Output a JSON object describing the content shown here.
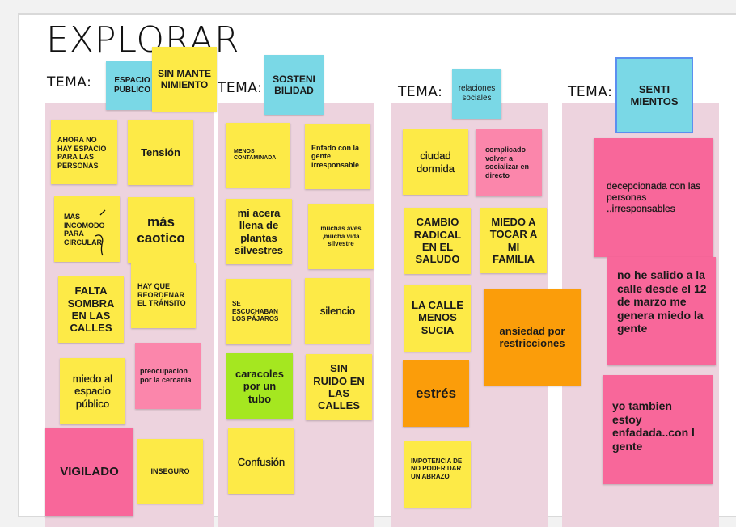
{
  "title": "EXPLORAR",
  "tema_label": "TEMA:",
  "columns": [
    {
      "tema": "ESPACIO PUBLICO",
      "tema_extra": "SIN MANTE NIMIENTO",
      "notes": [
        "AHORA NO HAY ESPACIO PARA LAS PERSONAS",
        "Tensión",
        "MAS INCOMODO PARA CIRCULAR",
        "más caotico",
        "FALTA SOMBRA EN LAS CALLES",
        "HAY QUE REORDENAR EL TRÁNSITO",
        "miedo al espacio público",
        "preocupacion por la cercania",
        "VIGILADO",
        "INSEGURO"
      ]
    },
    {
      "tema": "SOSTENI BILIDAD",
      "notes": [
        "MENOS CONTAMINADA",
        "Enfado con la gente irresponsable",
        "mi acera llena de plantas silvestres",
        "muchas aves ,mucha vida silvestre",
        "SE ESCUCHABAN LOS PÁJAROS",
        "silencio",
        "caracoles por un tubo",
        "SIN RUIDO EN LAS CALLES",
        "Confusión"
      ]
    },
    {
      "tema": "relaciones sociales",
      "notes": [
        "ciudad dormida",
        "complicado volver a socializar en directo",
        "CAMBIO RADICAL EN EL SALUDO",
        "MIEDO A TOCAR A MI FAMILIA",
        "LA CALLE MENOS SUCIA",
        "ansiedad por restricciones",
        "estrés",
        "IMPOTENCIA DE NO PODER DAR UN ABRAZO"
      ]
    },
    {
      "tema": "SENTI MIENTOS",
      "notes": [
        "decepcionada con las personas ..irresponsables",
        "no he salido a la calle desde el 12 de marzo me genera miedo la gente",
        "yo tambien estoy enfadada..con l gente"
      ]
    }
  ],
  "colors": {
    "yellow": "#fdea47",
    "pink": "#fb86ab",
    "hotpink": "#f8679a",
    "cyan": "#7ad8e6",
    "green": "#a5e720",
    "orange": "#fb9d0a",
    "lane": "#edd3de",
    "selection": "#5b8ff0"
  }
}
